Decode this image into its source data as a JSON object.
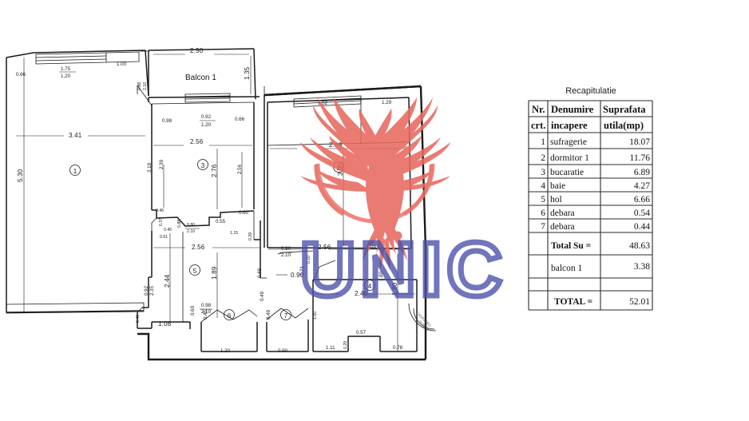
{
  "document": {
    "type": "floor-plan",
    "title_table": "Recapitulatie",
    "balcony_label": "Balcon 1"
  },
  "watermarks": {
    "brand_text": "UNIC",
    "brand_color": "#4a4fa8",
    "phoenix_color": "#e8695f",
    "phoenix_name": "phoenix-logo"
  },
  "stamp": {
    "line1": "CADASTRU",
    "line2": "SI PUBL"
  },
  "table": {
    "title": "Recapitulatie",
    "headers": {
      "col1_line1": "Nr.",
      "col1_line2": "crt.",
      "col2_line1": "Denumire",
      "col2_line2": "incapere",
      "col3_line1": "Suprafata",
      "col3_line2": "utila(mp)"
    },
    "rows": [
      {
        "nr": "1",
        "name": "sufragerie",
        "area": "18.07"
      },
      {
        "nr": "2",
        "name": "dormitor 1",
        "area": "11.76"
      },
      {
        "nr": "3",
        "name": "bucaratie",
        "area": "6.89"
      },
      {
        "nr": "4",
        "name": "baie",
        "area": "4.27"
      },
      {
        "nr": "5",
        "name": "hol",
        "area": "6.66"
      },
      {
        "nr": "6",
        "name": "debara",
        "area": "0.54"
      },
      {
        "nr": "7",
        "name": "debara",
        "area": "0.44"
      }
    ],
    "subtotal": {
      "label": "Total Su =",
      "value": "48.63"
    },
    "balcony": {
      "label": "balcon 1",
      "value": "3.38"
    },
    "total": {
      "label": "TOTAL  =",
      "value": "52.01"
    }
  },
  "rooms": [
    {
      "num": "1",
      "label": "1"
    },
    {
      "num": "2",
      "label": "2"
    },
    {
      "num": "3",
      "label": "3"
    },
    {
      "num": "4",
      "label": "4"
    },
    {
      "num": "5",
      "label": "5"
    },
    {
      "num": "6",
      "label": "6"
    },
    {
      "num": "7",
      "label": "7"
    }
  ],
  "dimensions": {
    "d_2_50": "2.50",
    "d_1_35": "1.35",
    "d_1_00": "1.00",
    "d_0_66a": "0.66",
    "d_1_75": "1.75",
    "d_1_20a": "1.20",
    "d_3_41": "3.41",
    "d_5_30": "5.30",
    "d_0_98": "0.98",
    "d_0_92": "0.92",
    "d_1_20b": "1.20",
    "d_0_66b": "0.66",
    "d_2_56a": "2.56",
    "d_2_76": "2.76",
    "d_2_39": "2.39",
    "d_3_19": "3.19",
    "d_2_56b": "2.56",
    "d_1_52": "1.52",
    "d_1_29": "1.29",
    "d_2_46a": "2.46",
    "d_3_40": "3.40",
    "d_2_56c": "2.56",
    "d_2_56d": "2.56",
    "d_0_60": "0.60",
    "d_0_55": "0.55",
    "d_0_80": "0.80",
    "d_2_10a": "2.10",
    "d_0_45": "0.45",
    "d_0_61": "0.61",
    "d_0_37": "0.37",
    "d_1_15": "1.15",
    "d_2_44": "2.44",
    "d_1_89": "1.89",
    "d_0_88": "0.88",
    "d_0_90a": "0.90",
    "d_0_90b": "0.90",
    "d_2_10b": "2.10",
    "d_1_08": "1.08",
    "d_0_60b": "0.60",
    "d_0_45b": "0.45",
    "d_1_20c": "1.20",
    "d_0_49": "0.49",
    "d_0_90c": "0.90",
    "d_1_21": "1.21",
    "d_0_10": "0.10",
    "d_1_80": "1.80",
    "d_2_46b": "2.46",
    "d_0_57": "0.57",
    "d_1_11": "1.11",
    "d_0_78": "0.78",
    "d_0_29": "0.29",
    "d_0_92b": "0.92",
    "d_2_35": "2.35",
    "d_0_46": "0.46",
    "d_0_88b": "0.88",
    "d_2_10c": "2.10",
    "d_0_98b": "0.98",
    "d_2_10d": "2.10",
    "d_2_56e": "2.56",
    "d_1_00b": "1.00"
  }
}
